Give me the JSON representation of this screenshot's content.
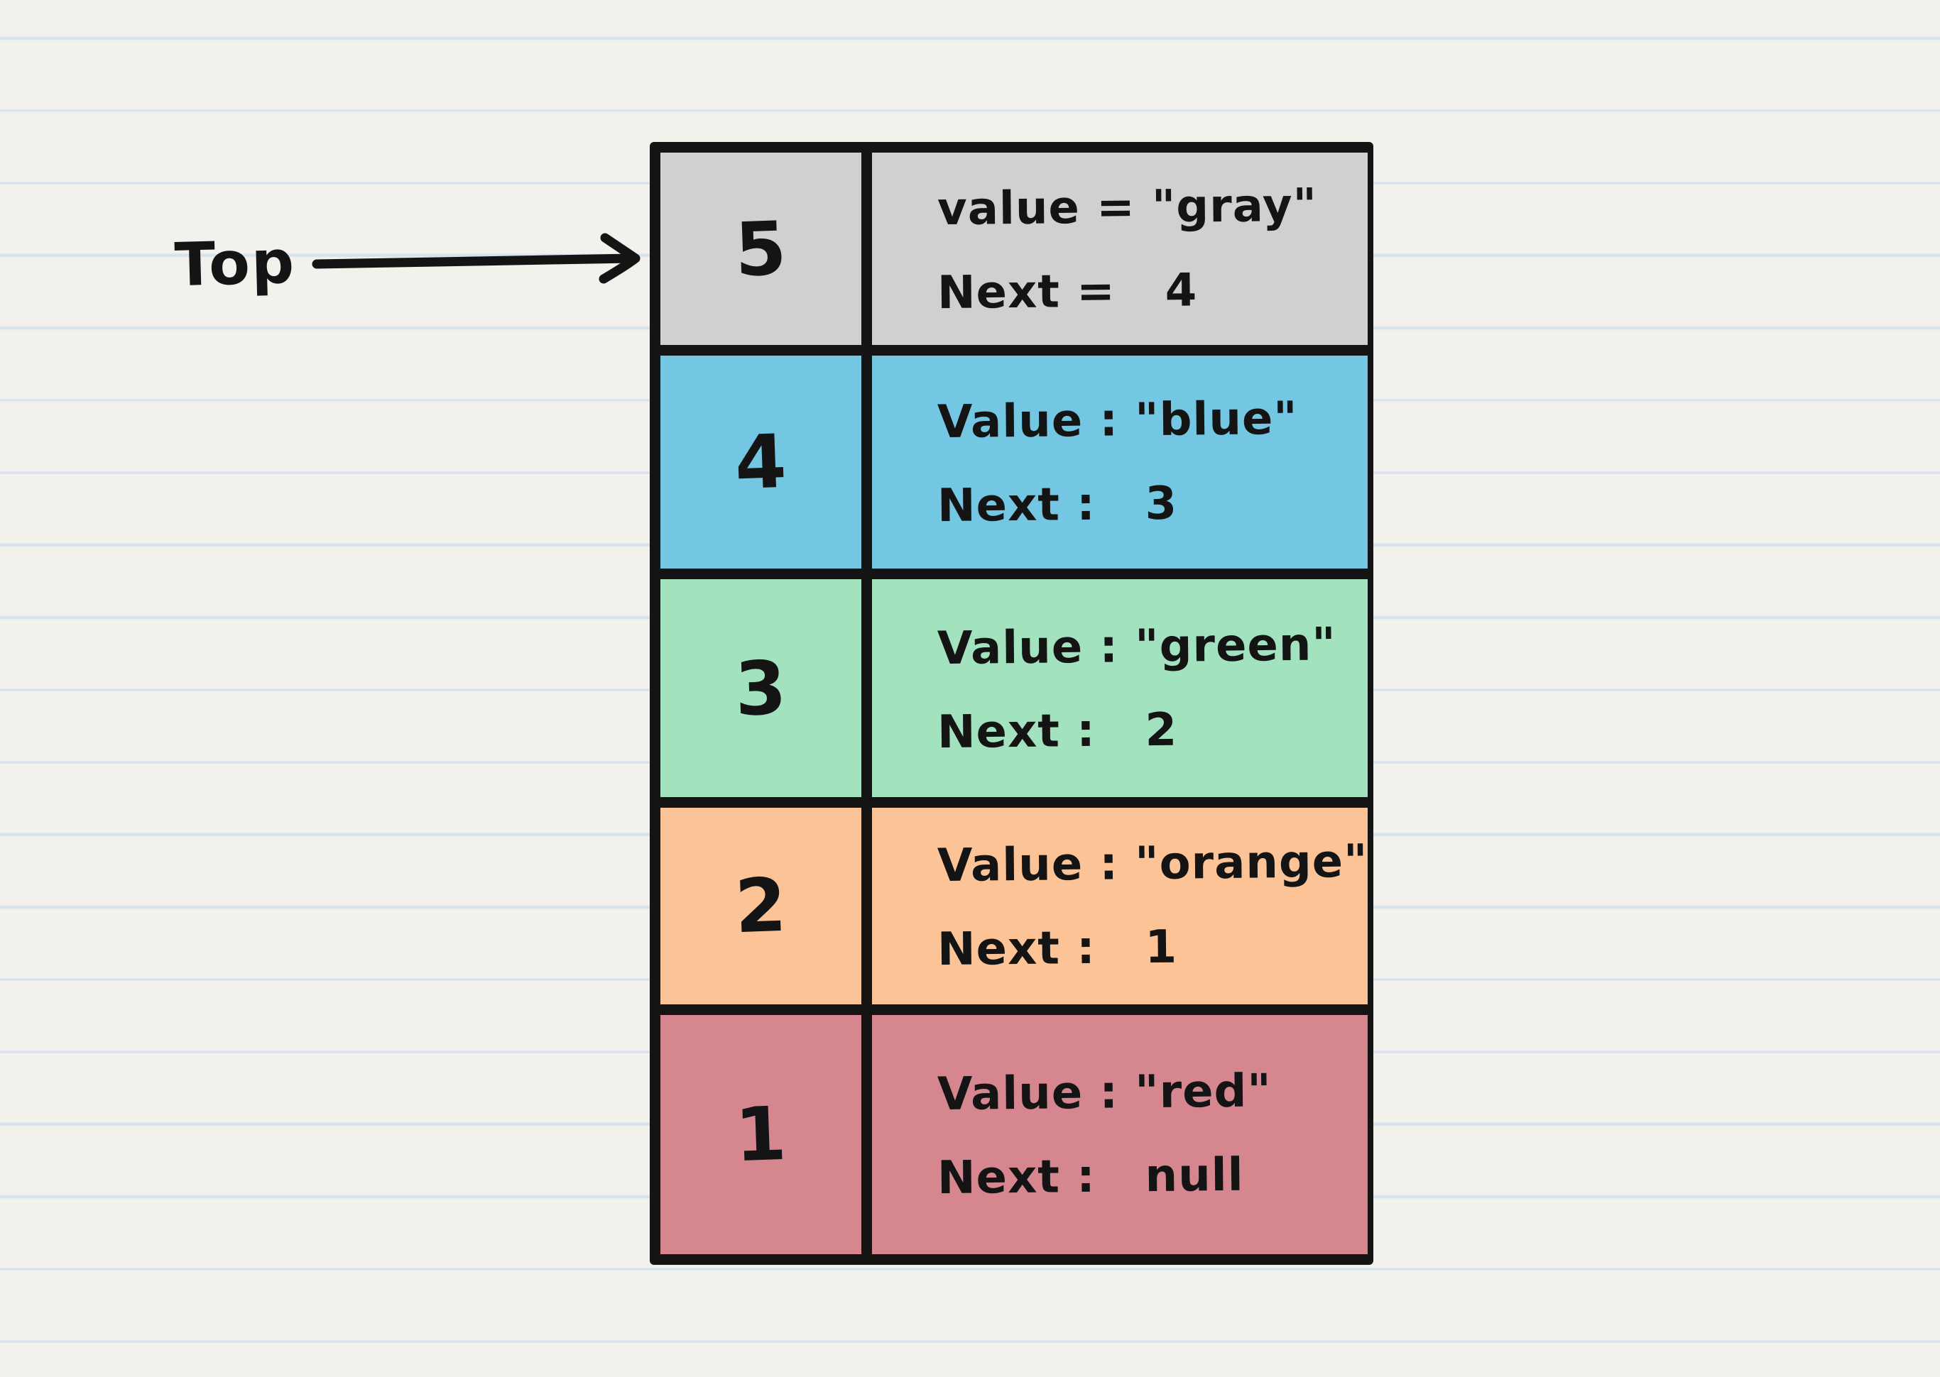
{
  "pointer": {
    "label": "Top"
  },
  "stack_rows": [
    {
      "index": "5",
      "value_line": "value = \"gray\"",
      "next_line": "Next =   4",
      "color": "#d0d0d0"
    },
    {
      "index": "4",
      "value_line": "Value : \"blue\"",
      "next_line": "Next :   3",
      "color": "#73c7e3"
    },
    {
      "index": "3",
      "value_line": "Value : \"green\"",
      "next_line": "Next :   2",
      "color": "#a3e2bf"
    },
    {
      "index": "2",
      "value_line": "Value : \"orange\"",
      "next_line": "Next :   1",
      "color": "#fcc496"
    },
    {
      "index": "1",
      "value_line": "Value : \"red\"",
      "next_line": "Next :   null",
      "color": "#d5868f"
    }
  ],
  "colors": {
    "background": "#f3f1ec",
    "ruled_line": "#d7e3ee",
    "ink": "#141414"
  }
}
